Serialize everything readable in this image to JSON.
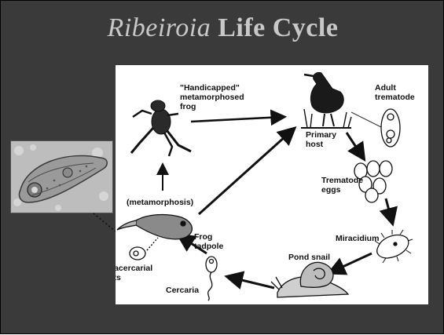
{
  "slide": {
    "title_genus": "Ribeiroia",
    "title_rest": " Life Cycle",
    "colors": {
      "background": "#3a3a3a",
      "title": "#c8c8c8",
      "panel": "#ffffff"
    }
  },
  "diagram": {
    "labels": {
      "handicapped_1": "\"Handicapped\"",
      "handicapped_2": "metamorphosed",
      "handicapped_3": "frog",
      "adult_1": "Adult",
      "adult_2": "trematode",
      "primary_1": "Primary",
      "primary_2": "host",
      "eggs_1": "Trematode",
      "eggs_2": "eggs",
      "miracidium": "Miracidium",
      "snail": "Pond snail",
      "cercaria": "Cercaria",
      "cysts_1": "Metacercarial",
      "cysts_2": "cysts",
      "tadpole_1": "Frog",
      "tadpole_2": "tadpole",
      "metamorphosis": "(metamorphosis)"
    }
  }
}
